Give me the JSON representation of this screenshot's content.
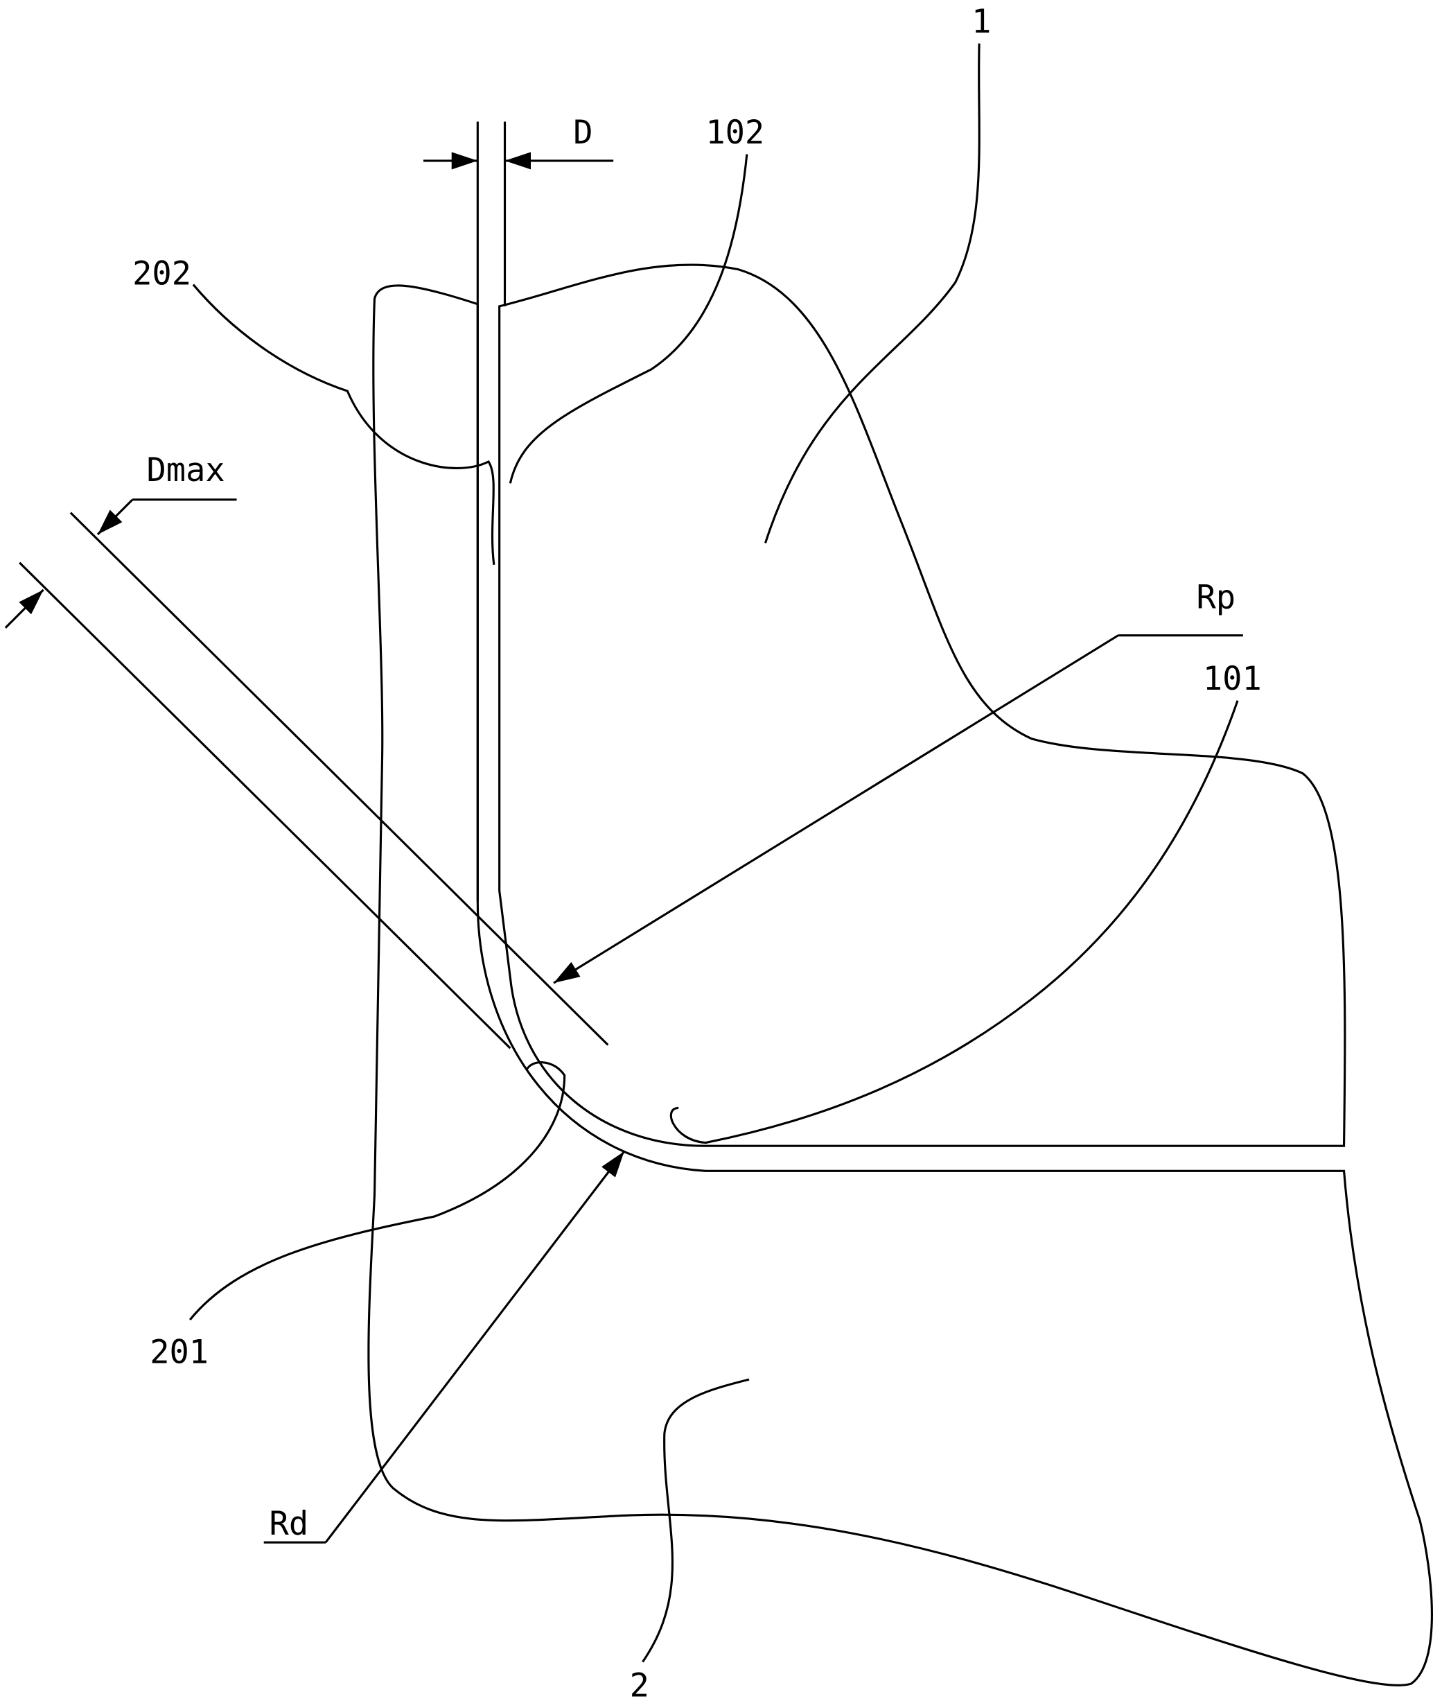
{
  "figure": {
    "labels": {
      "part1": "1",
      "part2": "2",
      "surface101": "101",
      "surface102": "102",
      "surface201": "201",
      "surface202": "202",
      "gap": "D",
      "max_gap": "Dmax",
      "punch_radius": "Rp",
      "die_radius": "Rd"
    }
  }
}
